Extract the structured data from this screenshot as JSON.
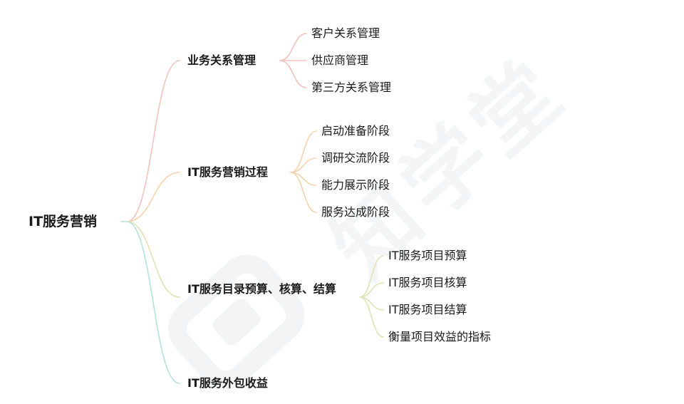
{
  "root": {
    "label": "IT服务营销"
  },
  "branches": [
    {
      "label": "业务关系管理",
      "color": "#f2c3bd",
      "children": [
        "客户关系管理",
        "供应商管理",
        "第三方关系管理"
      ]
    },
    {
      "label": "IT服务营销过程",
      "color": "#f6d3ad",
      "children": [
        "启动准备阶段",
        "调研交流阶段",
        "能力展示阶段",
        "服务达成阶段"
      ]
    },
    {
      "label": "IT服务目录预算、核算、结算",
      "color": "#dfe3b3",
      "children": [
        "IT服务项目预算",
        "IT服务项目核算",
        "IT服务项目结算",
        "衡量项目效益的指标"
      ]
    },
    {
      "label": "IT服务外包收益",
      "color": "#b5e2db",
      "children": []
    }
  ],
  "colors": {
    "text": "#1a1a1a",
    "watermark": "#f3f4f6"
  },
  "watermark": {
    "icon": "watermark-logo-icon"
  }
}
